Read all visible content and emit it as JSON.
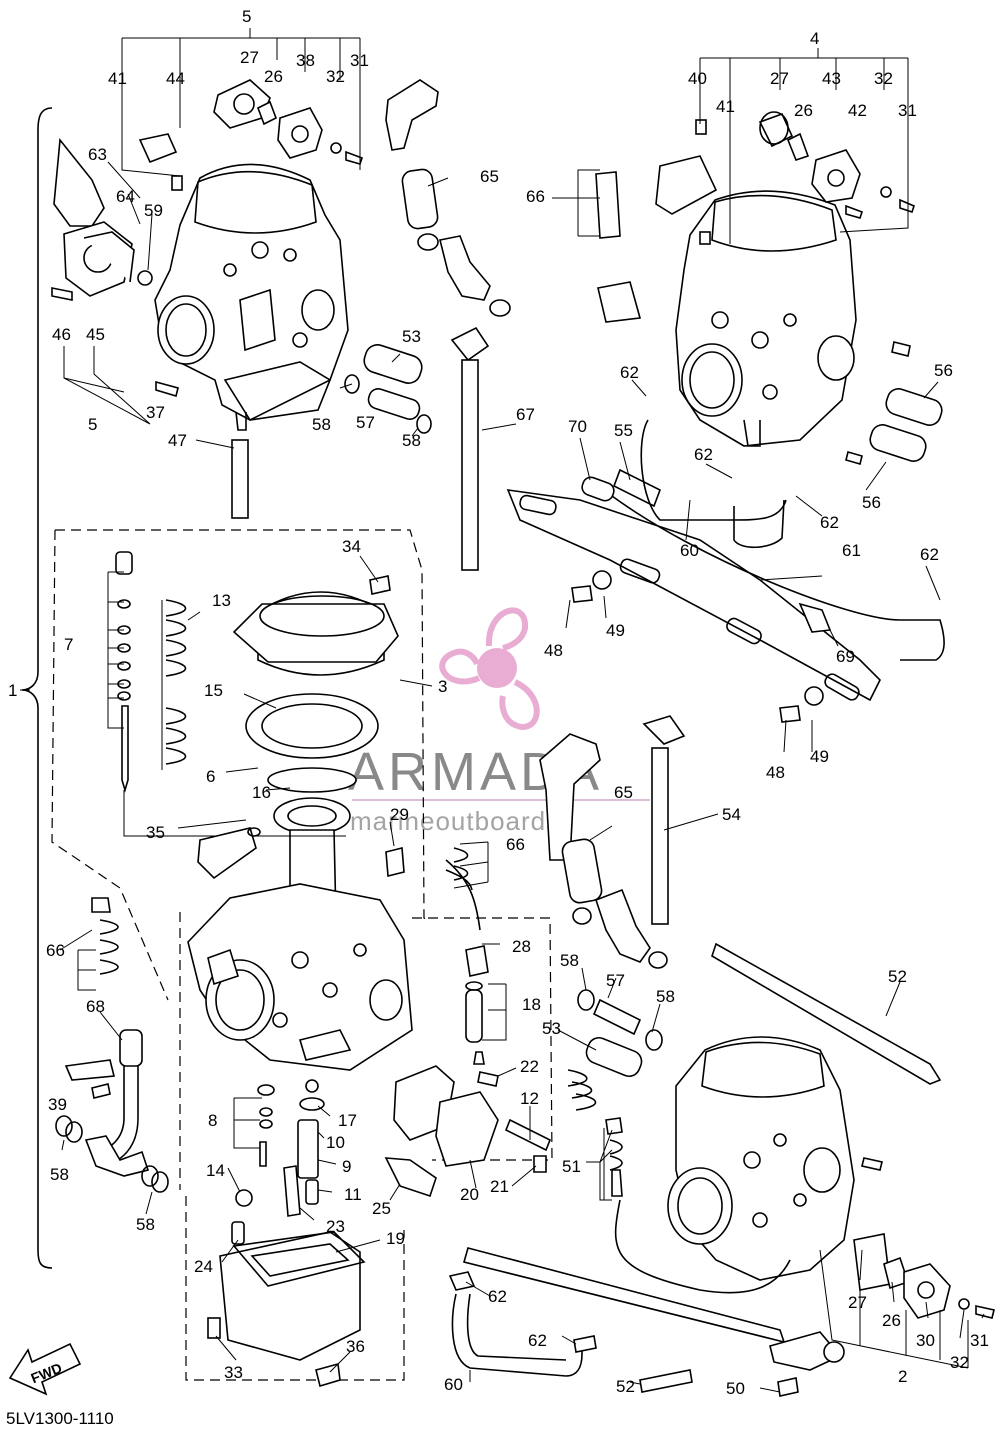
{
  "diagram": {
    "code": "5LV1300-1110",
    "fwd_label": "FWD",
    "watermark": {
      "brand": "ARMADA",
      "tagline": "marineoutboards"
    },
    "callouts": [
      {
        "id": "c5a",
        "text": "5"
      },
      {
        "id": "c27a",
        "text": "27"
      },
      {
        "id": "c38",
        "text": "38"
      },
      {
        "id": "c31a",
        "text": "31"
      },
      {
        "id": "c41a",
        "text": "41"
      },
      {
        "id": "c44",
        "text": "44"
      },
      {
        "id": "c26a",
        "text": "26"
      },
      {
        "id": "c32a",
        "text": "32"
      },
      {
        "id": "c4",
        "text": "4"
      },
      {
        "id": "c40",
        "text": "40"
      },
      {
        "id": "c27b",
        "text": "27"
      },
      {
        "id": "c43",
        "text": "43"
      },
      {
        "id": "c32b",
        "text": "32"
      },
      {
        "id": "c41b",
        "text": "41"
      },
      {
        "id": "c26b",
        "text": "26"
      },
      {
        "id": "c42",
        "text": "42"
      },
      {
        "id": "c31b",
        "text": "31"
      },
      {
        "id": "c63",
        "text": "63"
      },
      {
        "id": "c64",
        "text": "64"
      },
      {
        "id": "c59",
        "text": "59"
      },
      {
        "id": "c65a",
        "text": "65"
      },
      {
        "id": "c66a",
        "text": "66"
      },
      {
        "id": "c46",
        "text": "46"
      },
      {
        "id": "c45",
        "text": "45"
      },
      {
        "id": "c53a",
        "text": "53"
      },
      {
        "id": "c5b",
        "text": "5"
      },
      {
        "id": "c37",
        "text": "37"
      },
      {
        "id": "c58a",
        "text": "58"
      },
      {
        "id": "c57a",
        "text": "57"
      },
      {
        "id": "c58b",
        "text": "58"
      },
      {
        "id": "c67",
        "text": "67"
      },
      {
        "id": "c62a",
        "text": "62"
      },
      {
        "id": "c56a",
        "text": "56"
      },
      {
        "id": "c70",
        "text": "70"
      },
      {
        "id": "c55",
        "text": "55"
      },
      {
        "id": "c62b",
        "text": "62"
      },
      {
        "id": "c62c",
        "text": "62"
      },
      {
        "id": "c56b",
        "text": "56"
      },
      {
        "id": "c47",
        "text": "47"
      },
      {
        "id": "c60a",
        "text": "60"
      },
      {
        "id": "c34",
        "text": "34"
      },
      {
        "id": "c61",
        "text": "61"
      },
      {
        "id": "c62d",
        "text": "62"
      },
      {
        "id": "c13",
        "text": "13"
      },
      {
        "id": "c7",
        "text": "7"
      },
      {
        "id": "c48a",
        "text": "48"
      },
      {
        "id": "c49a",
        "text": "49"
      },
      {
        "id": "c69",
        "text": "69"
      },
      {
        "id": "c3",
        "text": "3"
      },
      {
        "id": "c1",
        "text": "1"
      },
      {
        "id": "c15",
        "text": "15"
      },
      {
        "id": "c6",
        "text": "6"
      },
      {
        "id": "c48b",
        "text": "48"
      },
      {
        "id": "c49b",
        "text": "49"
      },
      {
        "id": "c16",
        "text": "16"
      },
      {
        "id": "c65b",
        "text": "65"
      },
      {
        "id": "c54",
        "text": "54"
      },
      {
        "id": "c35",
        "text": "35"
      },
      {
        "id": "c29",
        "text": "29"
      },
      {
        "id": "c66b",
        "text": "66"
      },
      {
        "id": "c66c",
        "text": "66"
      },
      {
        "id": "c28",
        "text": "28"
      },
      {
        "id": "c58c",
        "text": "58"
      },
      {
        "id": "c52a",
        "text": "52"
      },
      {
        "id": "c57b",
        "text": "57"
      },
      {
        "id": "c58d",
        "text": "58"
      },
      {
        "id": "c18",
        "text": "18"
      },
      {
        "id": "c68",
        "text": "68"
      },
      {
        "id": "c53b",
        "text": "53"
      },
      {
        "id": "c22",
        "text": "22"
      },
      {
        "id": "c39",
        "text": "39"
      },
      {
        "id": "c8",
        "text": "8"
      },
      {
        "id": "c17",
        "text": "17"
      },
      {
        "id": "c12",
        "text": "12"
      },
      {
        "id": "c10",
        "text": "10"
      },
      {
        "id": "c58e",
        "text": "58"
      },
      {
        "id": "c9",
        "text": "9"
      },
      {
        "id": "c51",
        "text": "51"
      },
      {
        "id": "c14",
        "text": "14"
      },
      {
        "id": "c11",
        "text": "11"
      },
      {
        "id": "c21",
        "text": "21"
      },
      {
        "id": "c25",
        "text": "25"
      },
      {
        "id": "c20",
        "text": "20"
      },
      {
        "id": "c58f",
        "text": "58"
      },
      {
        "id": "c23",
        "text": "23"
      },
      {
        "id": "c19",
        "text": "19"
      },
      {
        "id": "c24",
        "text": "24"
      },
      {
        "id": "c62e",
        "text": "62"
      },
      {
        "id": "c27c",
        "text": "27"
      },
      {
        "id": "c62f",
        "text": "62"
      },
      {
        "id": "c26c",
        "text": "26"
      },
      {
        "id": "c30",
        "text": "30"
      },
      {
        "id": "c31c",
        "text": "31"
      },
      {
        "id": "c36",
        "text": "36"
      },
      {
        "id": "c33",
        "text": "33"
      },
      {
        "id": "c60b",
        "text": "60"
      },
      {
        "id": "c52b",
        "text": "52"
      },
      {
        "id": "c2",
        "text": "2"
      },
      {
        "id": "c32c",
        "text": "32"
      },
      {
        "id": "c50",
        "text": "50"
      }
    ]
  }
}
